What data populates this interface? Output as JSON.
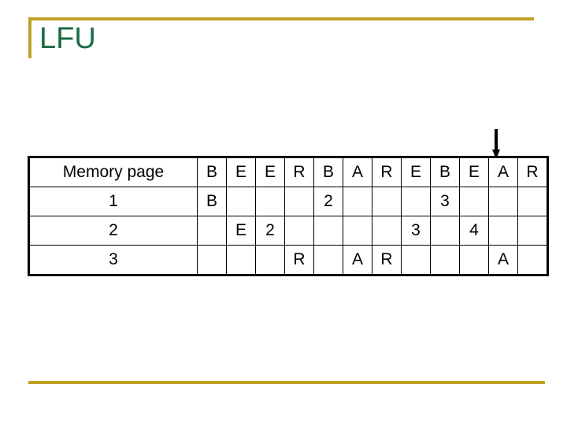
{
  "slide": {
    "title": "LFU",
    "accent_color": "#bfa126",
    "title_color": "#1a6b43"
  },
  "pointer": {
    "icon": "arrow-down-icon",
    "color": "#000000",
    "points_to_column_index": 10,
    "points_to_column_label": "A"
  },
  "table": {
    "row_label_header": "Memory page",
    "sequence": [
      "B",
      "E",
      "E",
      "R",
      "B",
      "A",
      "R",
      "E",
      "B",
      "E",
      "A",
      "R"
    ],
    "colors": {
      "purple": "#cc88dd",
      "red": "#b01828",
      "text": "#000000"
    },
    "rows": [
      {
        "label": "1",
        "cells": [
          {
            "text": "B",
            "color": "purple"
          },
          {
            "text": "",
            "color": "empty"
          },
          {
            "text": "",
            "color": "empty"
          },
          {
            "text": "",
            "color": "empty"
          },
          {
            "text": "2",
            "color": "red"
          },
          {
            "text": "",
            "color": "empty"
          },
          {
            "text": "",
            "color": "empty"
          },
          {
            "text": "",
            "color": "empty"
          },
          {
            "text": "3",
            "color": "red"
          },
          {
            "text": "",
            "color": "empty"
          },
          {
            "text": "",
            "color": "empty"
          },
          {
            "text": "",
            "color": "empty"
          }
        ]
      },
      {
        "label": "2",
        "cells": [
          {
            "text": "",
            "color": "empty"
          },
          {
            "text": "E",
            "color": "purple"
          },
          {
            "text": "2",
            "color": "red"
          },
          {
            "text": "",
            "color": "empty"
          },
          {
            "text": "",
            "color": "empty"
          },
          {
            "text": "",
            "color": "empty"
          },
          {
            "text": "",
            "color": "empty"
          },
          {
            "text": "3",
            "color": "red"
          },
          {
            "text": "",
            "color": "empty"
          },
          {
            "text": "4",
            "color": "red"
          },
          {
            "text": "",
            "color": "empty"
          },
          {
            "text": "",
            "color": "empty"
          }
        ]
      },
      {
        "label": "3",
        "cells": [
          {
            "text": "",
            "color": "empty"
          },
          {
            "text": "",
            "color": "empty"
          },
          {
            "text": "",
            "color": "empty"
          },
          {
            "text": "R",
            "color": "purple"
          },
          {
            "text": "",
            "color": "empty"
          },
          {
            "text": "A",
            "color": "purple"
          },
          {
            "text": "R",
            "color": "purple"
          },
          {
            "text": "",
            "color": "empty"
          },
          {
            "text": "",
            "color": "empty"
          },
          {
            "text": "",
            "color": "empty"
          },
          {
            "text": "A",
            "color": "purple"
          },
          {
            "text": "",
            "color": "empty"
          }
        ]
      }
    ]
  }
}
